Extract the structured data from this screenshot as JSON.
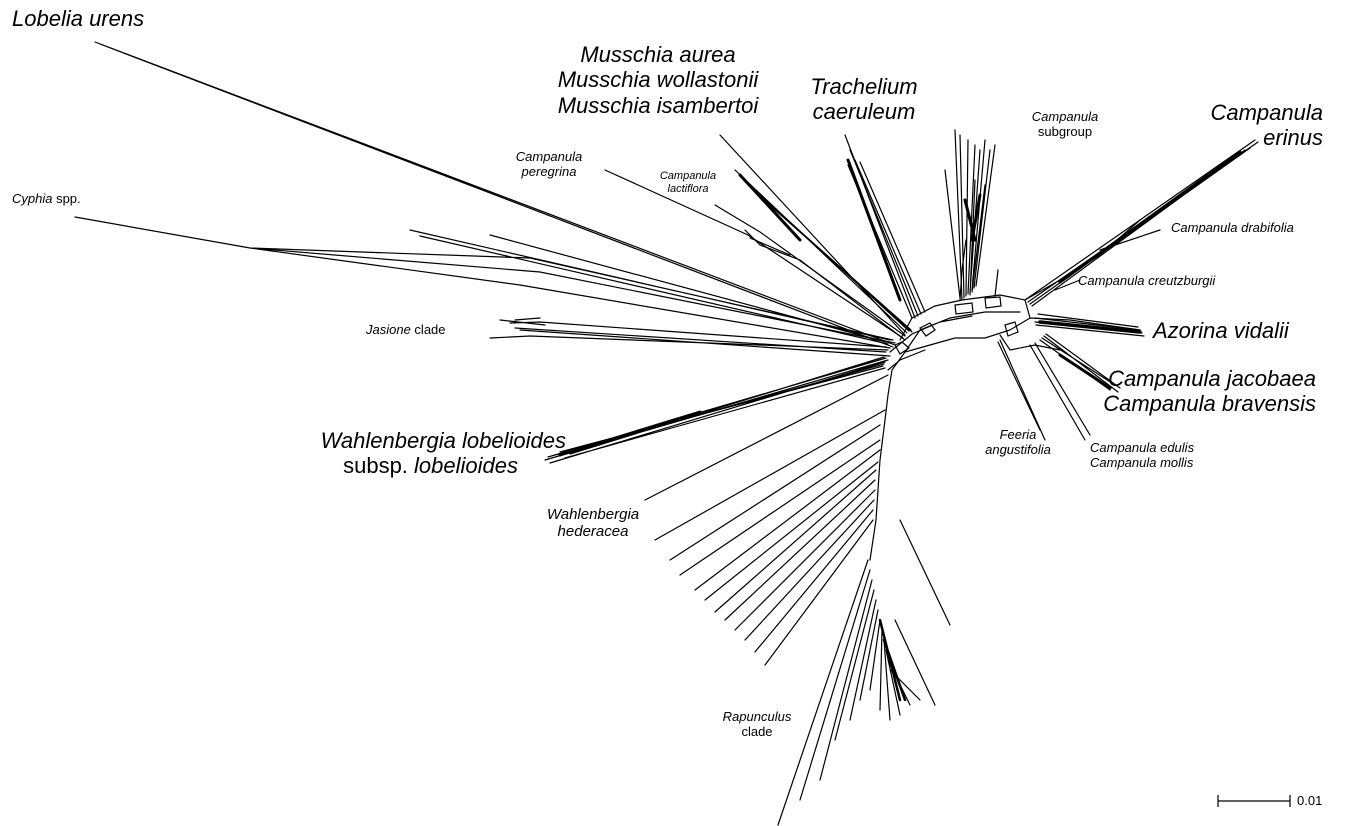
{
  "taxa": {
    "lobelia": "Lobelia urens",
    "musschia_1": "Musschia aurea",
    "musschia_2": "Musschia wollastonii",
    "musschia_3": "Musschia isambertoi",
    "trachelium_1": "Trachelium",
    "trachelium_2": "caeruleum",
    "camp_subgroup_1": "Campanula",
    "camp_subgroup_2": "subgroup",
    "camp_erinus_1": "Campanula",
    "camp_erinus_2": "erinus",
    "camp_peregrina_1": "Campanula",
    "camp_peregrina_2": "peregrina",
    "camp_lactiflora_1": "Campanula",
    "camp_lactiflora_2": "lactiflora",
    "cyphia_genus": "Cyphia",
    "cyphia_rest": " spp.",
    "camp_drabifolia": "Campanula drabifolia",
    "camp_creutzburgii": "Campanula creutzburgii",
    "jasione_genus": "Jasione",
    "jasione_rest": " clade",
    "azorina": "Azorina vidalii",
    "camp_jacobaea": "Campanula jacobaea",
    "camp_bravensis": "Campanula bravensis",
    "wahl_lob_1": "Wahlenbergia lobelioides",
    "wahl_lob_2a": "subsp. ",
    "wahl_lob_2b": "lobelioides",
    "feeria_1": "Feeria",
    "feeria_2": "angustifolia",
    "camp_edulis": "Campanula edulis",
    "camp_mollis": "Campanula mollis",
    "wahl_hed_1": "Wahlenbergia",
    "wahl_hed_2": "hederacea",
    "rapunculus_1": "Rapunculus",
    "rapunculus_2": "clade"
  },
  "scale_bar": {
    "label": "0.01"
  },
  "colors": {
    "line": "#000000",
    "background": "#ffffff"
  }
}
